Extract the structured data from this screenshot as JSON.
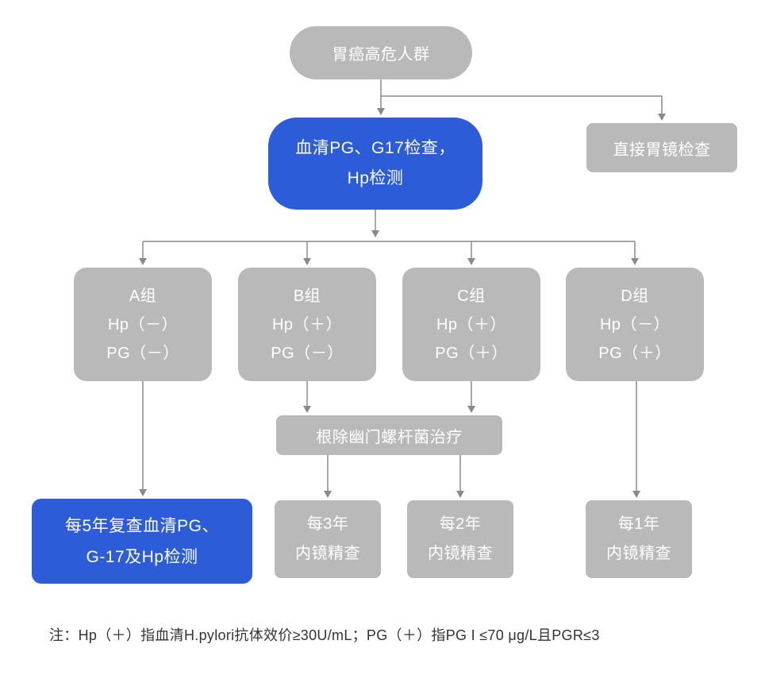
{
  "flowchart": {
    "top": {
      "label": "胃癌高危人群"
    },
    "serum_test": {
      "line1": "血清PG、G17检查，",
      "line2": "Hp检测"
    },
    "direct_gastroscopy": {
      "label": "直接胃镜检查"
    },
    "group_a": {
      "name": "A组",
      "hp": "Hp（－）",
      "pg": "PG（－）"
    },
    "group_b": {
      "name": "B组",
      "hp": "Hp（＋）",
      "pg": "PG（－）"
    },
    "group_c": {
      "name": "C组",
      "hp": "Hp（＋）",
      "pg": "PG（＋）"
    },
    "group_d": {
      "name": "D组",
      "hp": "Hp（－）",
      "pg": "PG（＋）"
    },
    "eradication": {
      "label": "根除幽门螺杆菌治疗"
    },
    "review_5y": {
      "line1": "每5年复查血清PG、",
      "line2": "G-17及Hp检测"
    },
    "endo_3y": {
      "line1": "每3年",
      "line2": "内镜精查"
    },
    "endo_2y": {
      "line1": "每2年",
      "line2": "内镜精查"
    },
    "endo_1y": {
      "line1": "每1年",
      "line2": "内镜精查"
    },
    "note": "注：Hp（＋）指血清H.pylori抗体效价≥30U/mL；PG（＋）指PG I ≤70 μg/L且PGR≤3"
  },
  "colors": {
    "node_gray": "#b9b9b9",
    "node_blue": "#2d5cd9",
    "connector": "#8a8a8a",
    "note_text": "#333333",
    "background": "#ffffff"
  }
}
